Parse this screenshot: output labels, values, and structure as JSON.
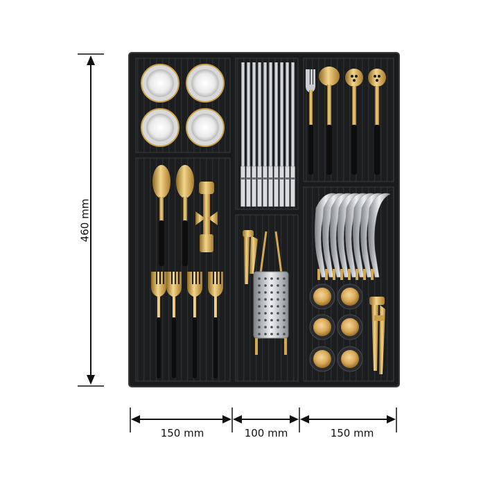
{
  "dimensions": {
    "height_label": "460 mm",
    "widths": [
      {
        "label": "150 mm"
      },
      {
        "label": "100 mm"
      },
      {
        "label": "150 mm"
      }
    ]
  },
  "colors": {
    "tray": "#1b1c1e",
    "tray_edge": "#3a3b3e",
    "gold": "#d4a853",
    "gold_dark": "#9c7428",
    "steel": "#c9ccd1",
    "handle": "#0d0d0d"
  }
}
